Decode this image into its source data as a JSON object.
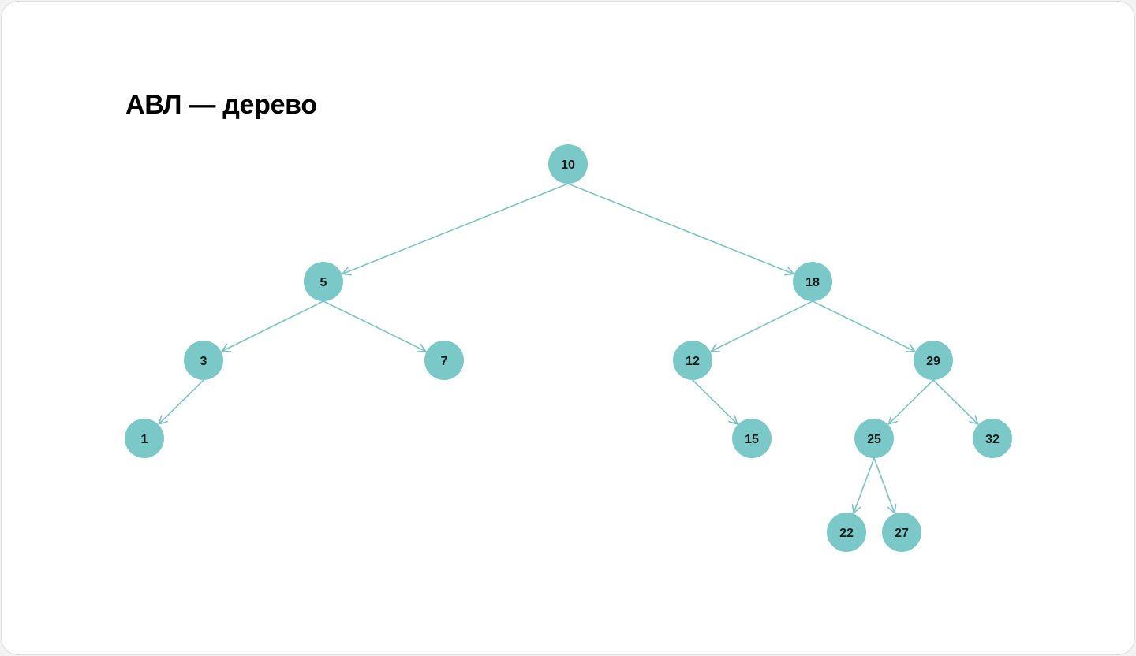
{
  "title": "АВЛ — дерево",
  "colors": {
    "node_fill": "#7bc8c8",
    "edge_stroke": "#79c3c6",
    "label": "#1a1a1a"
  },
  "tree": {
    "nodes": [
      {
        "id": "n10",
        "label": "10"
      },
      {
        "id": "n5",
        "label": "5"
      },
      {
        "id": "n18",
        "label": "18"
      },
      {
        "id": "n3",
        "label": "3"
      },
      {
        "id": "n7",
        "label": "7"
      },
      {
        "id": "n12",
        "label": "12"
      },
      {
        "id": "n29",
        "label": "29"
      },
      {
        "id": "n1",
        "label": "1"
      },
      {
        "id": "n15",
        "label": "15"
      },
      {
        "id": "n25",
        "label": "25"
      },
      {
        "id": "n32",
        "label": "32"
      },
      {
        "id": "n22",
        "label": "22"
      },
      {
        "id": "n27",
        "label": "27"
      }
    ],
    "edges": [
      {
        "from": "n10",
        "to": "n5"
      },
      {
        "from": "n10",
        "to": "n18"
      },
      {
        "from": "n5",
        "to": "n3"
      },
      {
        "from": "n5",
        "to": "n7"
      },
      {
        "from": "n18",
        "to": "n12"
      },
      {
        "from": "n18",
        "to": "n29"
      },
      {
        "from": "n3",
        "to": "n1"
      },
      {
        "from": "n12",
        "to": "n15"
      },
      {
        "from": "n29",
        "to": "n25"
      },
      {
        "from": "n29",
        "to": "n32"
      },
      {
        "from": "n25",
        "to": "n22"
      },
      {
        "from": "n25",
        "to": "n27"
      }
    ]
  }
}
